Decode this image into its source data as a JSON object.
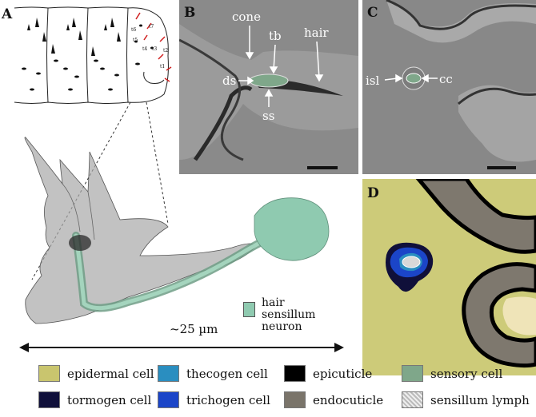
{
  "panels": {
    "a": "A",
    "b": "B",
    "c": "C",
    "d": "D"
  },
  "panel_a": {
    "markers": [
      "t6",
      "t7",
      "t5",
      "t4",
      "t3",
      "t2",
      "t1"
    ]
  },
  "panel_b": {
    "labels": {
      "cone": "cone",
      "tb": "tb",
      "hair": "hair",
      "ds": "ds",
      "ss": "ss"
    }
  },
  "panel_c": {
    "labels": {
      "isl": "isl",
      "cc": "cc"
    }
  },
  "model": {
    "legend_lines": [
      "hair",
      "sensillum",
      "neuron"
    ],
    "scale_text": "~25 µm"
  },
  "legend": [
    {
      "label": "epidermal cell",
      "color": "#c9c56e"
    },
    {
      "label": "thecogen cell",
      "color": "#2a8ec0"
    },
    {
      "label": "epicuticle",
      "color": "#000000"
    },
    {
      "label": "sensory cell",
      "color": "#7fa78a"
    },
    {
      "label": "tormogen cell",
      "color": "#10103a"
    },
    {
      "label": "trichogen cell",
      "color": "#1b45c8"
    },
    {
      "label": "endocuticle",
      "color": "#7a746a"
    },
    {
      "label": "sensillum lymph",
      "color": "#d8d8d8"
    }
  ]
}
